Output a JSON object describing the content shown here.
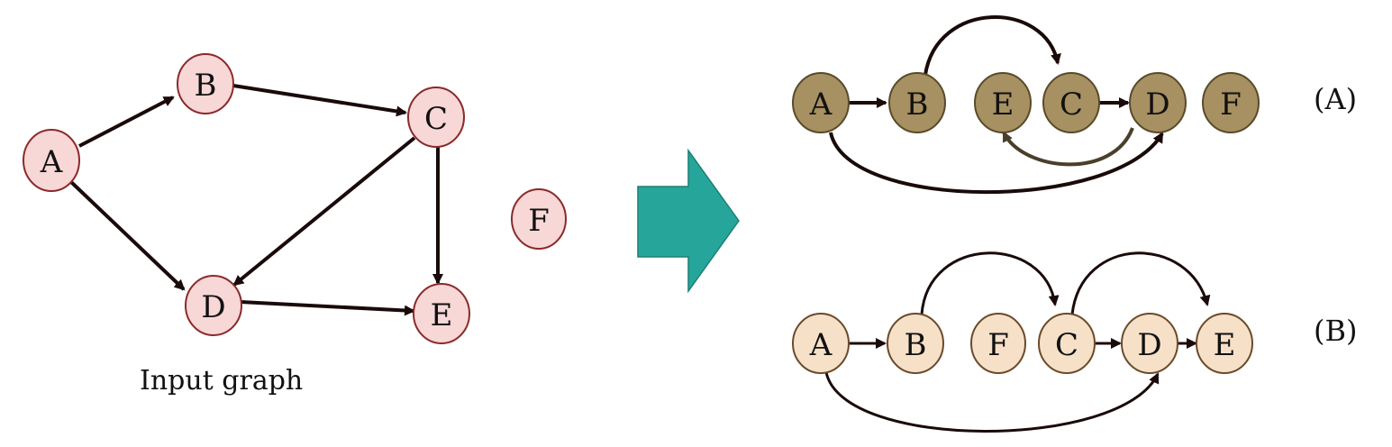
{
  "input_graph": {
    "caption": "Input graph",
    "nodes": [
      "A",
      "B",
      "C",
      "D",
      "E",
      "F"
    ]
  },
  "result_a": {
    "label": "(A)",
    "nodes": [
      "A",
      "B",
      "E",
      "C",
      "D",
      "F"
    ]
  },
  "result_b": {
    "label": "(B)",
    "nodes": [
      "A",
      "B",
      "F",
      "C",
      "D",
      "E"
    ]
  },
  "colors": {
    "input_node_fill": "#f8d7d7",
    "input_node_stroke": "#8b2a2a",
    "a_node_fill": "#a79061",
    "a_node_stroke": "#5a4a2a",
    "b_node_fill": "#f6e1c8",
    "b_node_stroke": "#6b4a2a",
    "arrow_shape": "#26a69a",
    "arrow_shape_stroke": "#1e7e74",
    "edge": "#1a0a0a",
    "edge_back": "#4a3f2a"
  }
}
